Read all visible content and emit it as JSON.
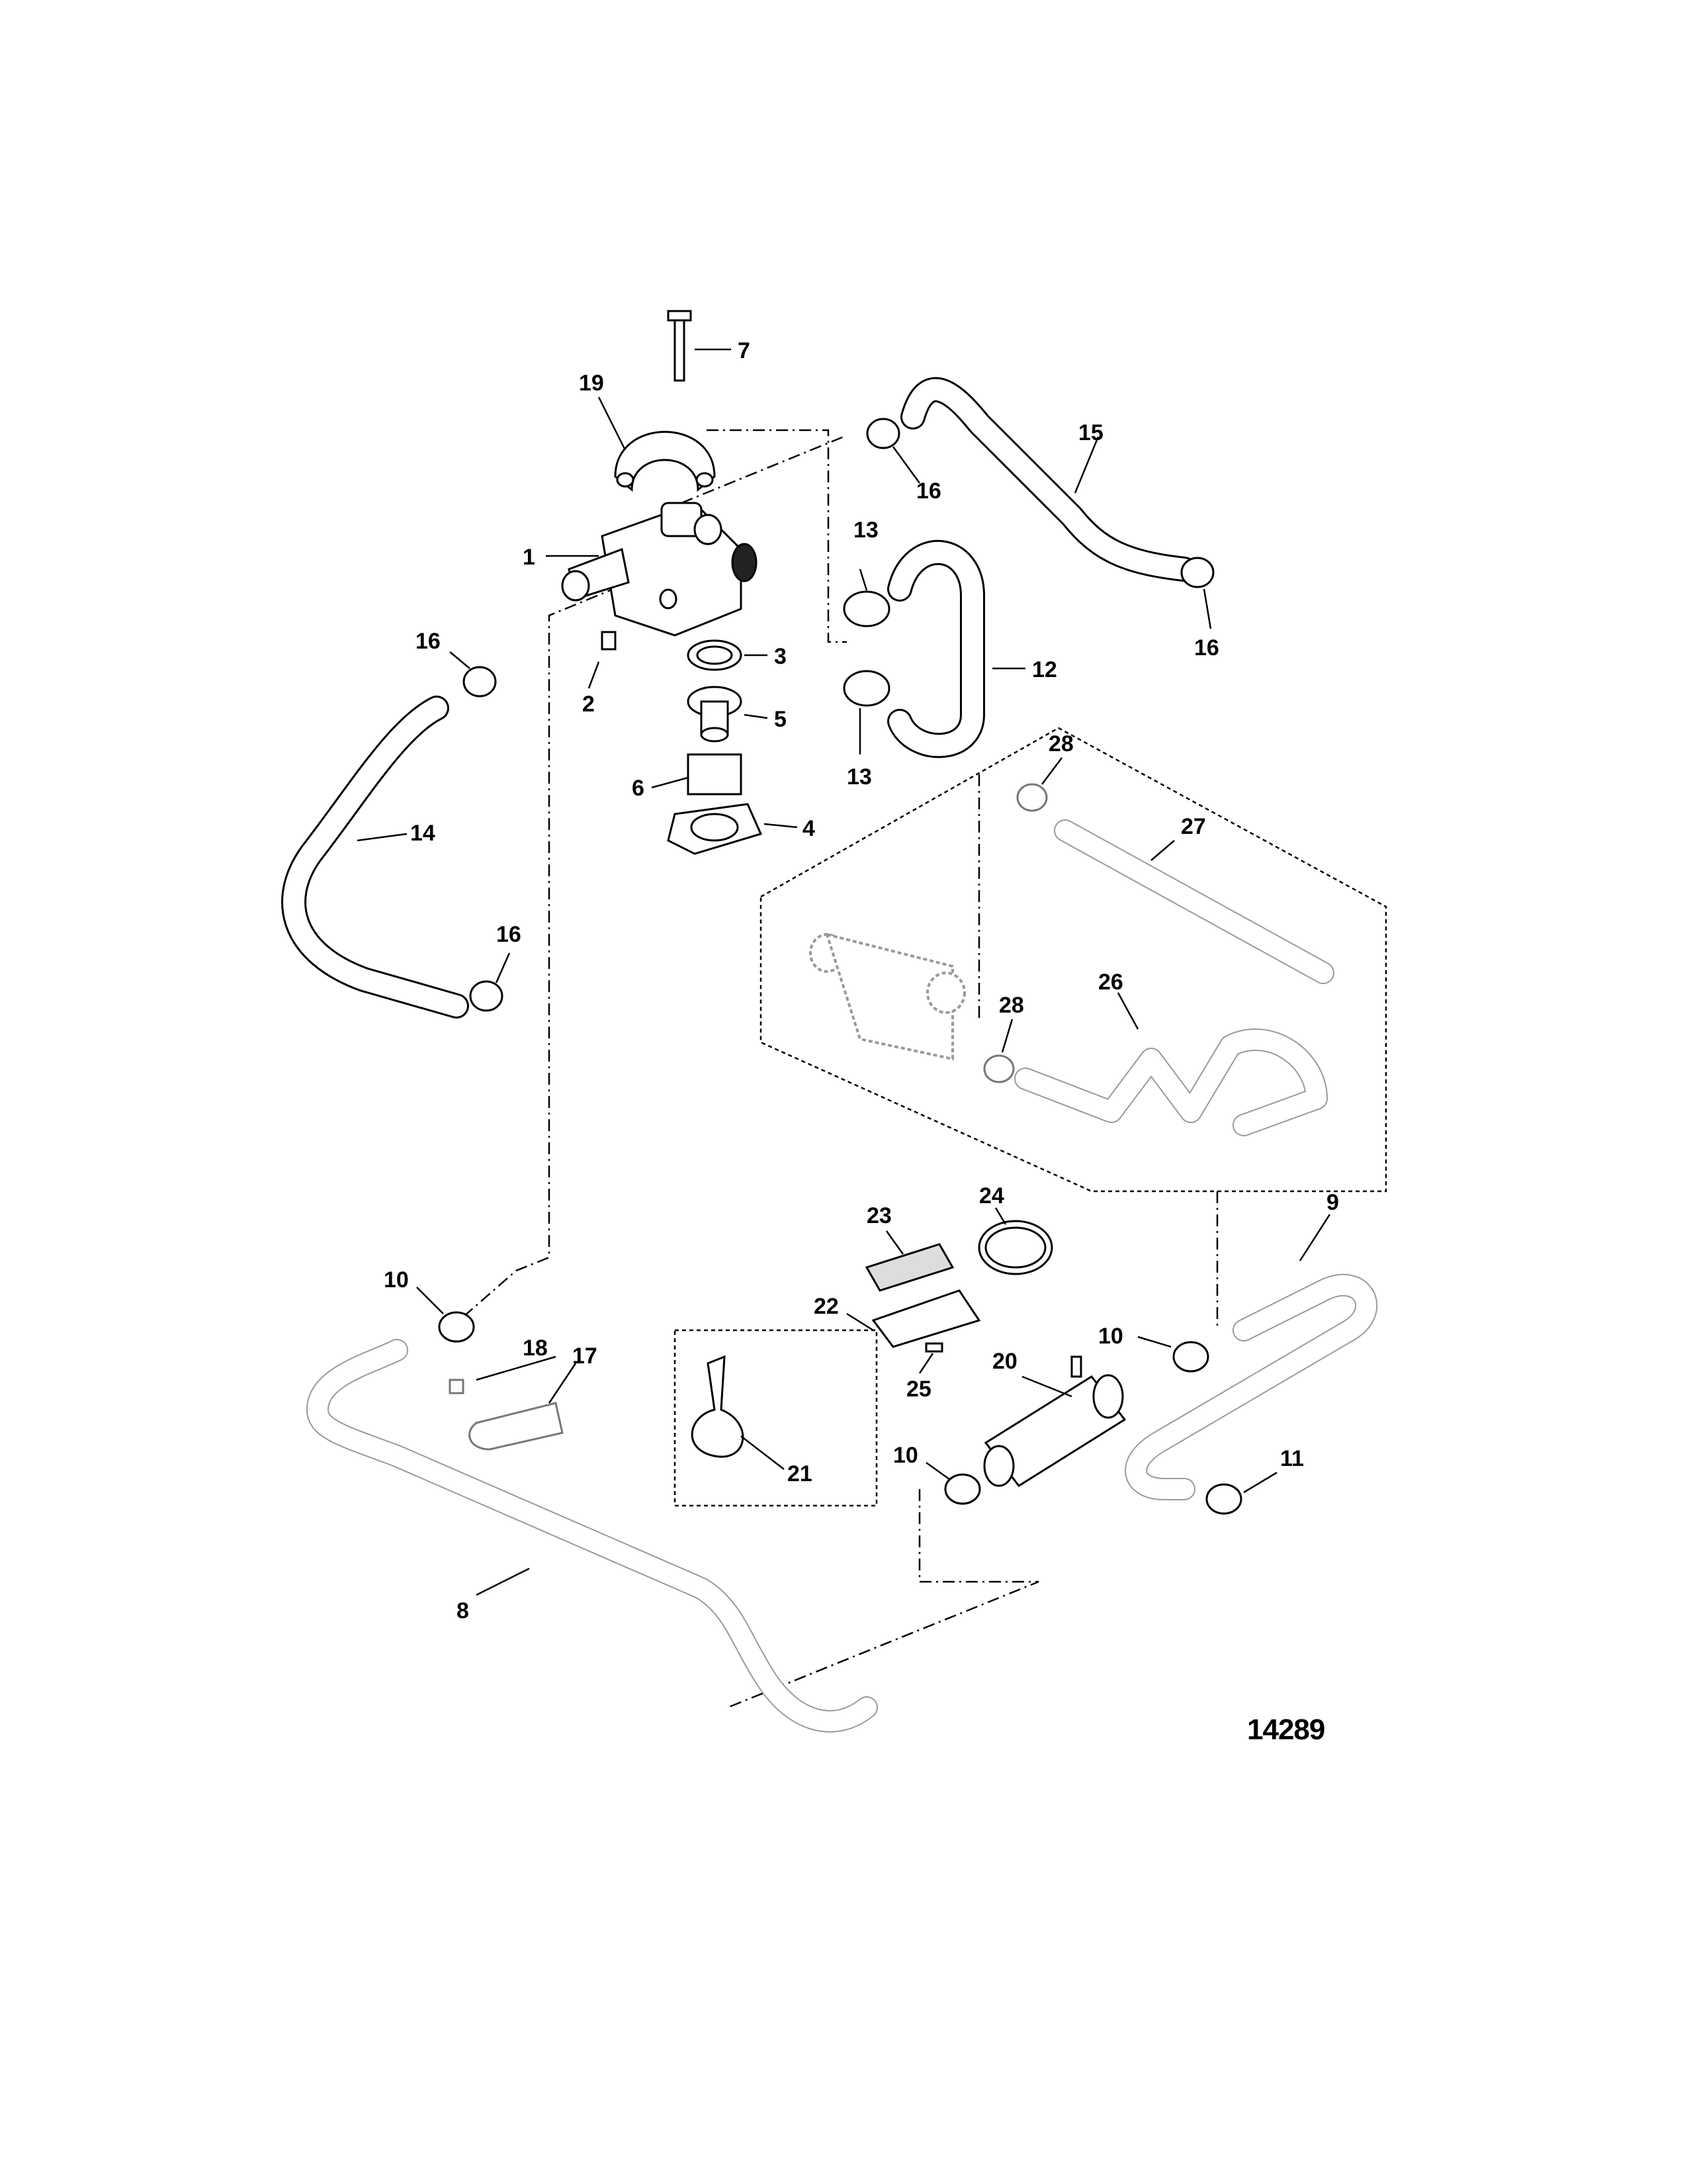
{
  "figure_number": "14289",
  "callouts": [
    {
      "id": "c1",
      "label": "1"
    },
    {
      "id": "c2",
      "label": "2"
    },
    {
      "id": "c3",
      "label": "3"
    },
    {
      "id": "c4",
      "label": "4"
    },
    {
      "id": "c5",
      "label": "5"
    },
    {
      "id": "c6",
      "label": "6"
    },
    {
      "id": "c7",
      "label": "7"
    },
    {
      "id": "c8",
      "label": "8"
    },
    {
      "id": "c9",
      "label": "9"
    },
    {
      "id": "c10a",
      "label": "10"
    },
    {
      "id": "c10b",
      "label": "10"
    },
    {
      "id": "c10c",
      "label": "10"
    },
    {
      "id": "c11",
      "label": "11"
    },
    {
      "id": "c12",
      "label": "12"
    },
    {
      "id": "c13a",
      "label": "13"
    },
    {
      "id": "c13b",
      "label": "13"
    },
    {
      "id": "c14",
      "label": "14"
    },
    {
      "id": "c15",
      "label": "15"
    },
    {
      "id": "c16a",
      "label": "16"
    },
    {
      "id": "c16b",
      "label": "16"
    },
    {
      "id": "c16c",
      "label": "16"
    },
    {
      "id": "c16d",
      "label": "16"
    },
    {
      "id": "c17",
      "label": "17"
    },
    {
      "id": "c18",
      "label": "18"
    },
    {
      "id": "c19",
      "label": "19"
    },
    {
      "id": "c20",
      "label": "20"
    },
    {
      "id": "c21",
      "label": "21"
    },
    {
      "id": "c22",
      "label": "22"
    },
    {
      "id": "c23",
      "label": "23"
    },
    {
      "id": "c24",
      "label": "24"
    },
    {
      "id": "c25",
      "label": "25"
    },
    {
      "id": "c26",
      "label": "26"
    },
    {
      "id": "c27",
      "label": "27"
    },
    {
      "id": "c28a",
      "label": "28"
    },
    {
      "id": "c28b",
      "label": "28"
    }
  ]
}
